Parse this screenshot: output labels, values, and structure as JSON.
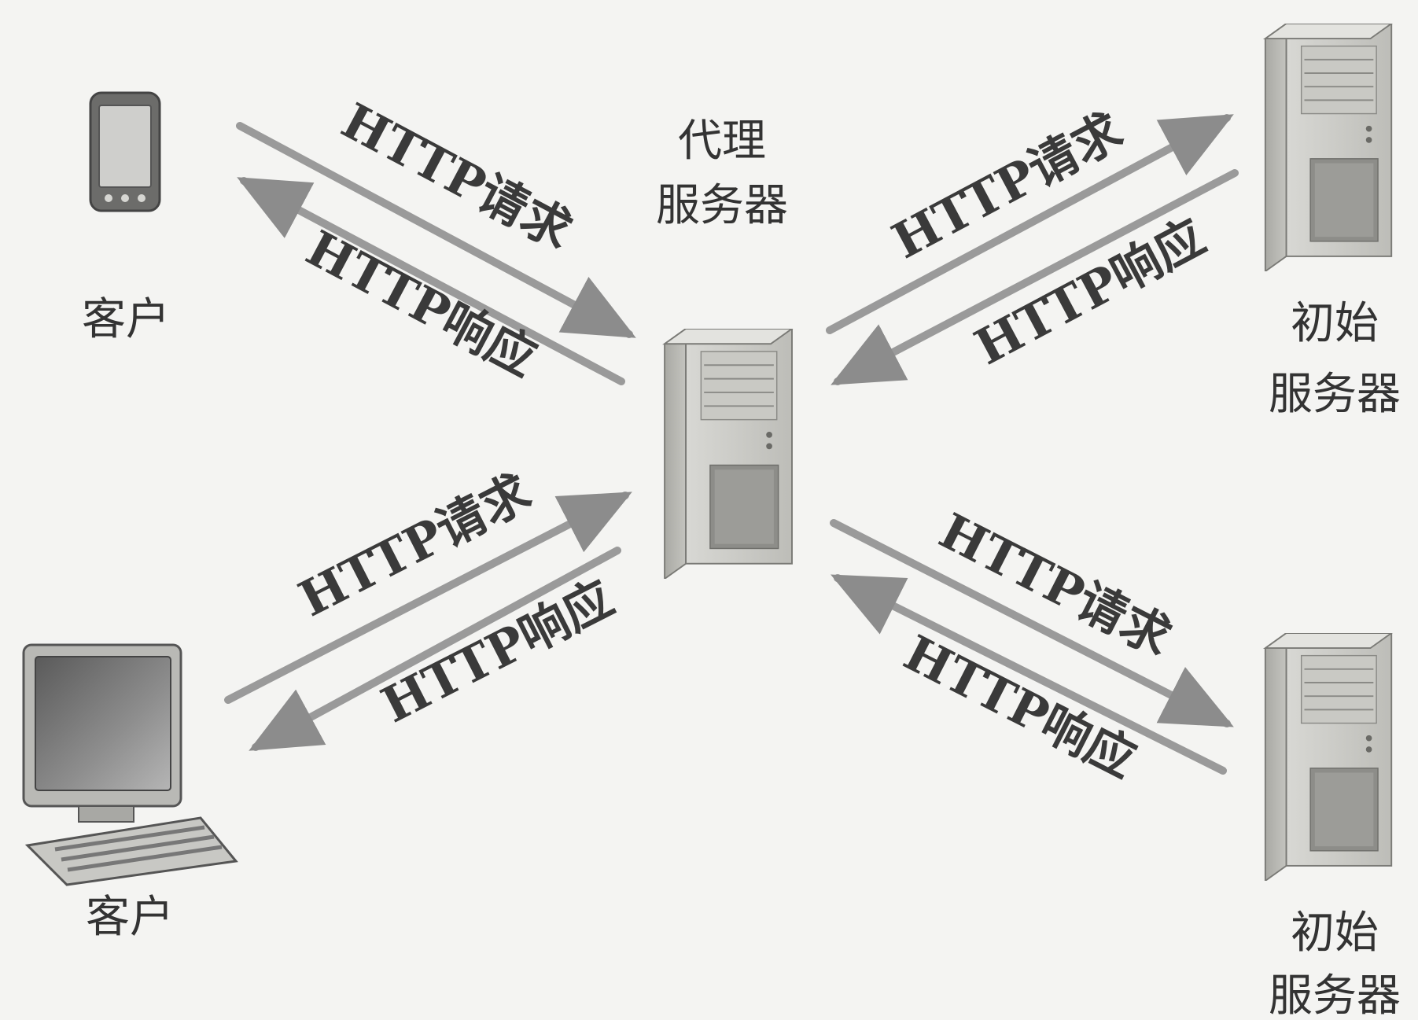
{
  "labels": {
    "proxy_line1": "代理",
    "proxy_line2": "服务器",
    "client_top": "客户",
    "client_bottom": "客户",
    "origin_top_line1": "初始",
    "origin_top_line2": "服务器",
    "origin_bottom_line1": "初始",
    "origin_bottom_line2": "服务器"
  },
  "arrows": {
    "top_left_request": "HTTP请求",
    "top_left_response": "HTTP响应",
    "top_right_request": "HTTP请求",
    "top_right_response": "HTTP响应",
    "bottom_left_request": "HTTP请求",
    "bottom_left_response": "HTTP响应",
    "bottom_right_request": "HTTP请求",
    "bottom_right_response": "HTTP响应"
  },
  "icons": {
    "client_top": "smartphone-icon",
    "client_bottom": "desktop-computer-icon",
    "proxy": "server-tower-icon",
    "origin_top": "server-tower-icon",
    "origin_bottom": "server-tower-icon"
  },
  "colors": {
    "arrow": "#9a9a9a",
    "text": "#3a3a3a",
    "background": "#f4f4f2"
  }
}
